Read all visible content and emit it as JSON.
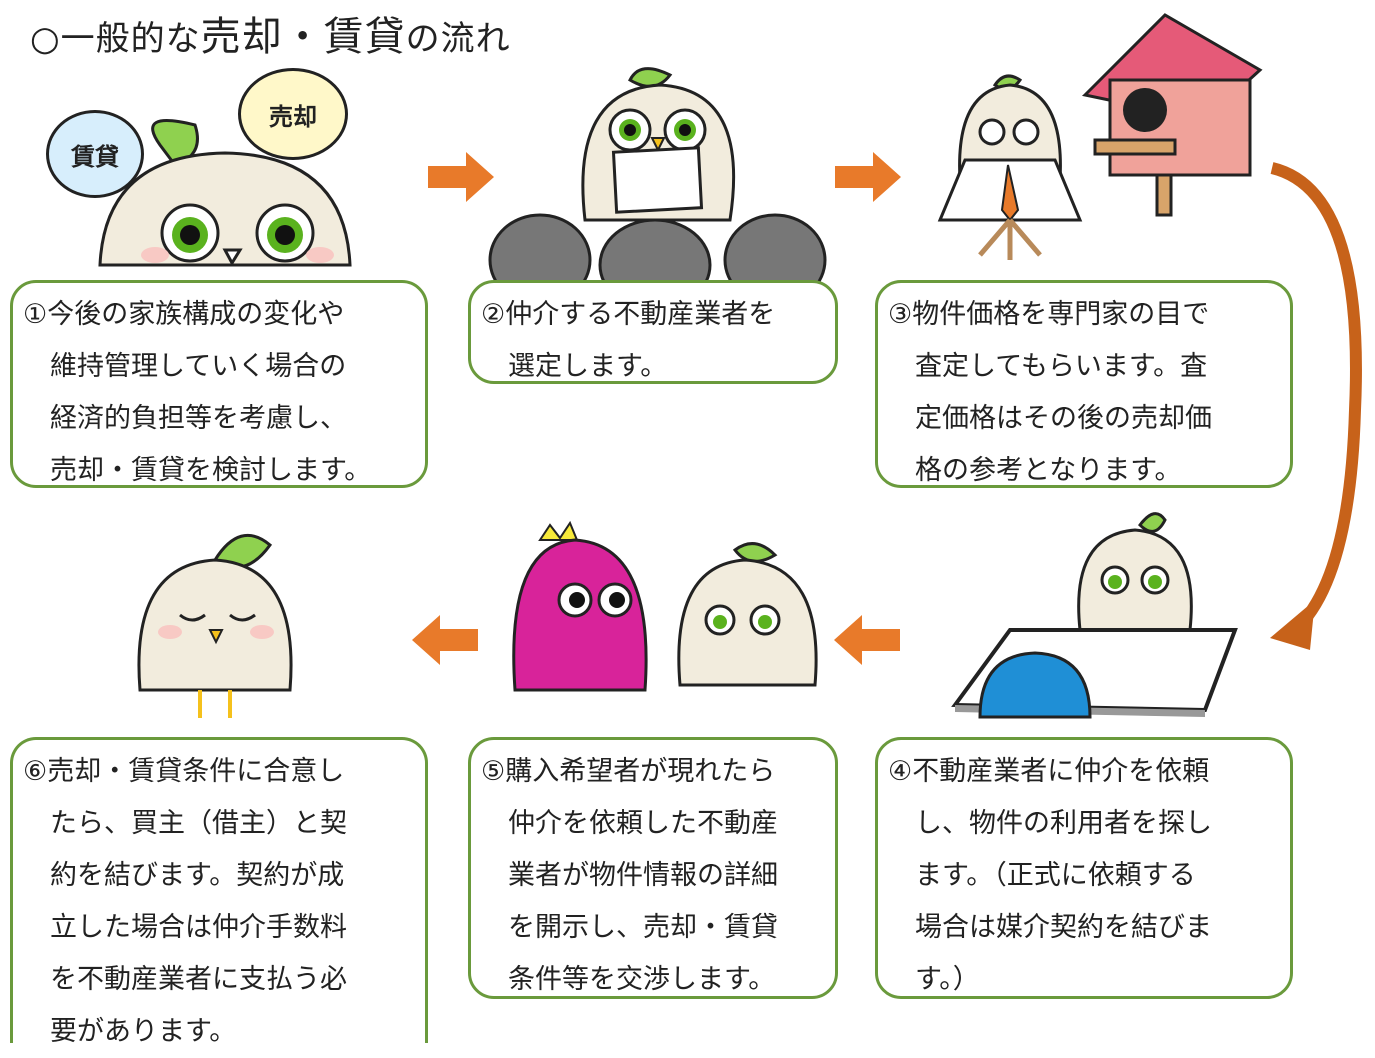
{
  "title": {
    "prefix": "○一般的な",
    "highlight": "売却・賃貸",
    "suffix": "の流れ"
  },
  "bubbles": {
    "left": "賃貸",
    "right": "売却"
  },
  "steps": [
    {
      "text": "①今後の家族構成の変化や\n　維持管理していく場合の\n　経済的負担等を考慮し、\n　売却・賃貸を検討します。"
    },
    {
      "text": "②仲介する不動産業者を\n　選定します。"
    },
    {
      "text": "③物件価格を専門家の目で\n　査定してもらいます。査\n　定価格はその後の売却価\n　格の参考となります。"
    },
    {
      "text": "④不動産業者に仲介を依頼\n　し、物件の利用者を探し\n　ます。（正式に依頼する\n　場合は媒介契約を結びま\n　す。）"
    },
    {
      "text": "⑤購入希望者が現れたら\n　仲介を依頼した不動産\n　業者が物件情報の詳細\n　を開示し、売却・賃貸\n　条件等を交渉します。"
    },
    {
      "text": "⑥売却・賃貸条件に合意し\n　たら、買主（借主）と契\n　約を結びます。契約が成\n　立した場合は仲介手数料\n　を不動産業者に支払う必\n　要があります。"
    }
  ],
  "colors": {
    "box_border": "#6a9a3c",
    "arrow": "#e87a2a",
    "curve": "#c7621a",
    "leaf": "#8fd14f",
    "owl_body": "#f2ecdd",
    "owl_pink": "#d8239a",
    "house": "#f0a29a"
  }
}
